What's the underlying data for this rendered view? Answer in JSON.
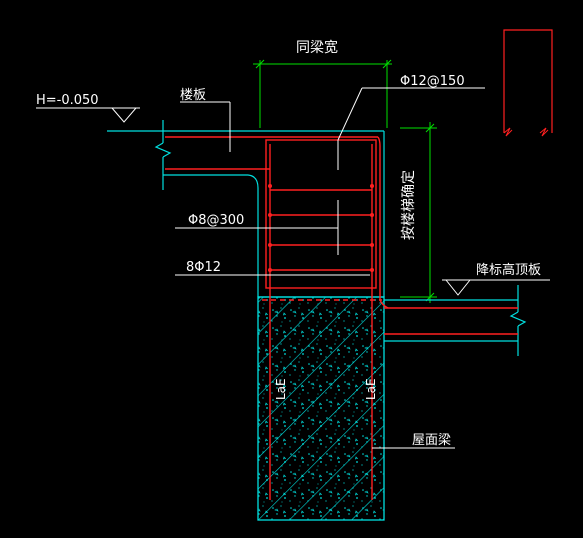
{
  "drawing": {
    "labels": {
      "width_note": "同梁宽",
      "top_rebar": "Φ12@150",
      "elevation": "H=-0.050",
      "floor_slab": "楼板",
      "stirrup": "Φ8@300",
      "side_rebar": "8Φ12",
      "height_note": "按楼梯确定",
      "lowered_slab": "降标高顶板",
      "anchor_left": "LaE",
      "anchor_right": "LaE",
      "top_beam": "屋面梁"
    },
    "colors": {
      "background": "#000000",
      "slab_outline": "#00e0e0",
      "rebar": "#ff2020",
      "dimension": "#00e000",
      "text": "#ffffff",
      "hatch": "#00e0e0"
    }
  }
}
